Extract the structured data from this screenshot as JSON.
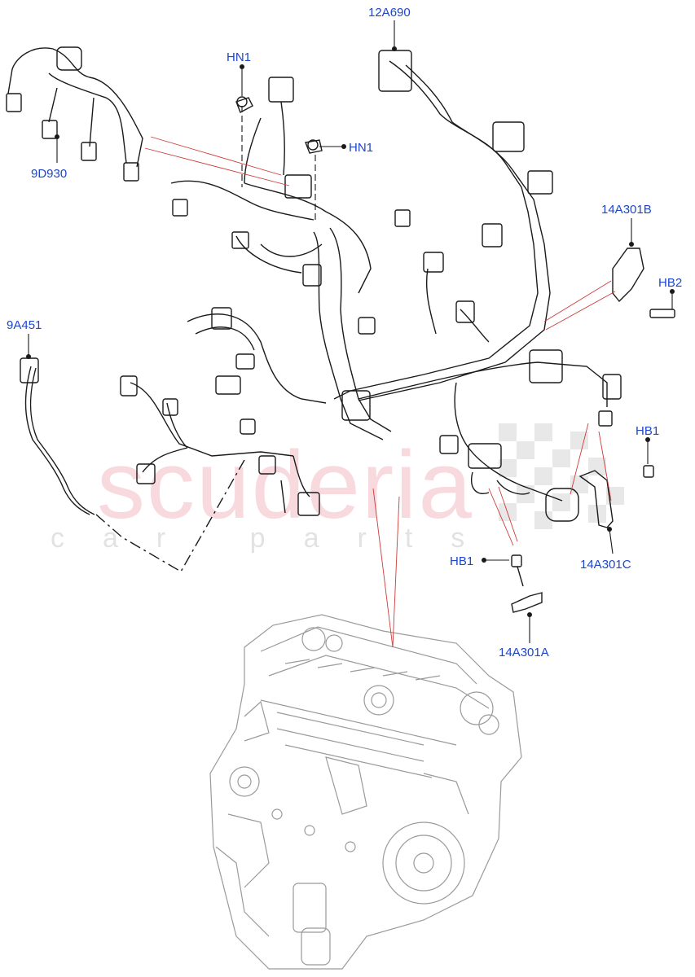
{
  "watermark": {
    "main": "scuderia",
    "sub": "car parts"
  },
  "callouts": {
    "hn1_top": "HN1",
    "hn1_right": "HN1",
    "harness_9d930": "9D930",
    "harness_12a690": "12A690",
    "harness_9a451": "9A451",
    "bracket_14a301b": "14A301B",
    "bolt_hb2": "HB2",
    "bolt_hb1_right": "HB1",
    "bracket_14a301c": "14A301C",
    "bolt_hb1_lower": "HB1",
    "bracket_14a301a": "14A301A"
  },
  "colors": {
    "label": "#1e46c8",
    "leader_red": "#d03a3a",
    "line_art": "#1a1a1a",
    "engine_gray": "#9a9a9a"
  }
}
